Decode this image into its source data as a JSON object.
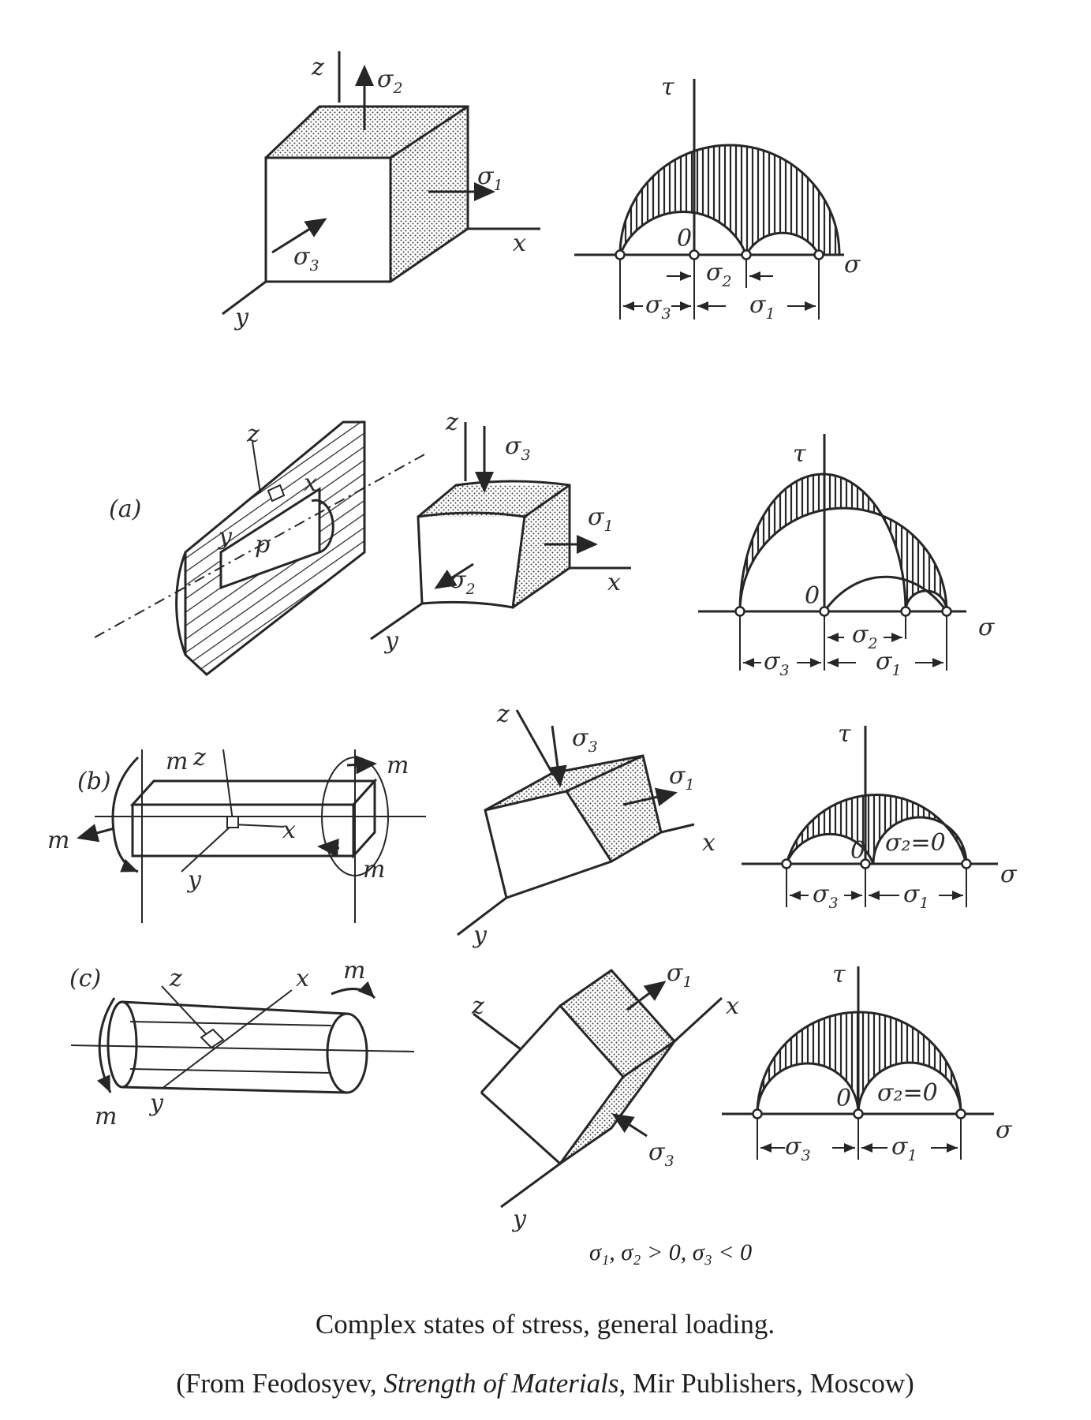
{
  "labels": {
    "z": "z",
    "x": "x",
    "y": "y",
    "tau": "τ",
    "sigma": "σ",
    "origin": "0",
    "sigma_sym": "σ",
    "sub1": "1",
    "sub2": "2",
    "sub3": "3",
    "moment": "m",
    "p": "p",
    "sigma2_zero": "σ₂=0"
  },
  "cases": [
    {
      "label": "(a)"
    },
    {
      "label": "(b)"
    },
    {
      "label": "(c)"
    }
  ],
  "condition": "σ₁, σ₂ > 0, σ₃ < 0",
  "caption": {
    "title": "Complex states of stress, general loading.",
    "source_prefix": "(From Feodosyev, ",
    "source_book": "Strength of Materials",
    "source_suffix": ", Mir Publishers, Moscow)"
  }
}
